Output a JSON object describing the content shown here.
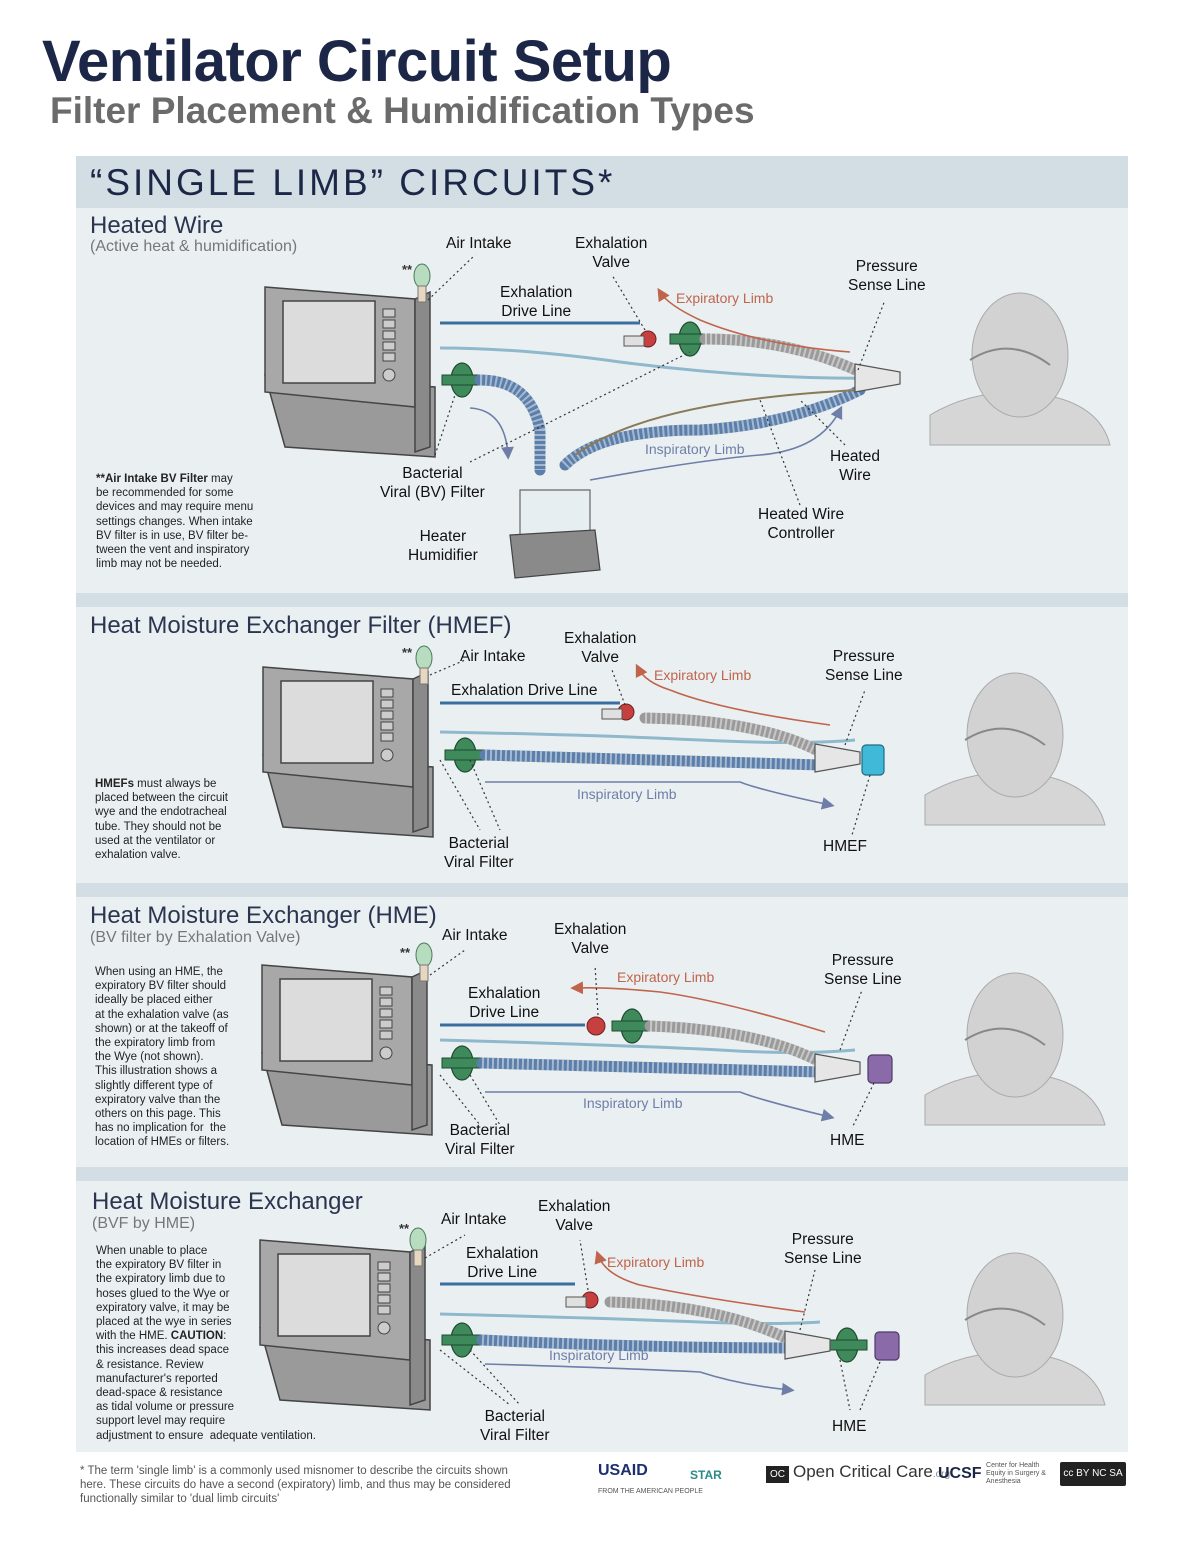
{
  "header": {
    "title": "Ventilator Circuit Setup",
    "subtitle": "Filter Placement & Humidification Types"
  },
  "banner": "“SINGLE LIMB” CIRCUITS*",
  "asterisks": "**",
  "panels": [
    {
      "title": "Heated Wire",
      "subtitle": "(Active heat & humidification)",
      "labels": {
        "air_intake": "Air Intake",
        "exhalation_valve": "Exhalation\nValve",
        "exhalation_drive_line": "Exhalation\nDrive Line",
        "pressure_sense_line": "Pressure\nSense Line",
        "expiratory_limb": "Expiratory Limb",
        "inspiratory_limb": "Inspiratory Limb",
        "bv_filter": "Bacterial\nViral (BV) Filter",
        "heater_humidifier": "Heater\nHumidifier",
        "heated_wire": "Heated\nWire",
        "heated_wire_controller": "Heated Wire\nController"
      },
      "note_bold": "Air Intake BV Filter",
      "note_prefix": "**",
      "note": " may\nbe recommended for some\ndevices and may require menu\nsettings changes. When intake\nBV filter is in use, BV filter be-\ntween the vent and inspiratory\nlimb may not be needed."
    },
    {
      "title": "Heat Moisture Exchanger Filter (HMEF)",
      "labels": {
        "air_intake": "Air Intake",
        "exhalation_valve": "Exhalation\nValve",
        "exhalation_drive_line": "Exhalation Drive Line",
        "pressure_sense_line": "Pressure\nSense Line",
        "expiratory_limb": "Expiratory Limb",
        "inspiratory_limb": "Inspiratory Limb",
        "bv_filter": "Bacterial\nViral Filter",
        "device": "HMEF"
      },
      "note_bold": "HMEFs",
      "note": " must always be\nplaced between the circuit\nwye and the endotracheal\ntube. They should not be\nused at the ventilator or\nexhalation valve."
    },
    {
      "title": "Heat Moisture Exchanger (HME)",
      "subtitle": "(BV filter by Exhalation Valve)",
      "labels": {
        "air_intake": "Air Intake",
        "exhalation_valve": "Exhalation\nValve",
        "exhalation_drive_line": "Exhalation\nDrive Line",
        "pressure_sense_line": "Pressure\nSense Line",
        "expiratory_limb": "Expiratory Limb",
        "inspiratory_limb": "Inspiratory Limb",
        "bv_filter": "Bacterial\nViral Filter",
        "device": "HME"
      },
      "note": "When using an HME, the\nexpiratory BV filter should\nideally be placed either\nat the exhalation valve (as\nshown) or at the takeoff of\nthe expiratory limb from\nthe Wye (not shown).\nThis illustration shows a\nslightly different type of\nexpiratory valve than the\nothers on this page. This\nhas no implication for  the\nlocation of HMEs or filters."
    },
    {
      "title": "Heat Moisture Exchanger",
      "subtitle": "(BVF by HME)",
      "labels": {
        "air_intake": "Air Intake",
        "exhalation_valve": "Exhalation\nValve",
        "exhalation_drive_line": "Exhalation\nDrive Line",
        "pressure_sense_line": "Pressure\nSense Line",
        "expiratory_limb": "Expiratory Limb",
        "inspiratory_limb": "Inspiratory Limb",
        "bv_filter": "Bacterial\nViral Filter",
        "device": "HME"
      },
      "note_pre": "When unable to place\nthe expiratory BV filter in\nthe expiratory limb due to\nhoses glued to the Wye or\nexpiratory valve, it may be\nplaced at the wye in series\nwith the HME. ",
      "note_bold": "CAUTION",
      "note": ":\nthis increases dead space\n& resistance. Review\nmanufacturer's reported\ndead-space & resistance\nas tidal volume or pressure\nsupport level may require\nadjustment to ensure  adequate ventilation."
    }
  ],
  "footer": {
    "footnote": "* The term 'single limb' is a commonly used misnomer to describe the circuits shown\nhere. These circuits do have a second (expiratory) limb, and thus may be considered\nfunctionally similar to 'dual limb circuits'",
    "logos": {
      "usaid": "USAID",
      "usaid_small": "FROM THE AMERICAN PEOPLE",
      "star": "STAR",
      "occ_mark": "OC",
      "occ": "Open Critical Care",
      "occ_suffix": ".org",
      "ucsf": "UCSF",
      "ucsf_small": "Center for Health Equity in Surgery & Anesthesia",
      "cc": "cc BY NC SA"
    }
  },
  "colors": {
    "navy": "#1c2747",
    "expiratory": "#c0644c",
    "inspiratory": "#6e7ea8",
    "filter_green": "#3f8a5a",
    "hmef_cyan": "#40b8d8",
    "hme_purple": "#8a6aa8"
  }
}
